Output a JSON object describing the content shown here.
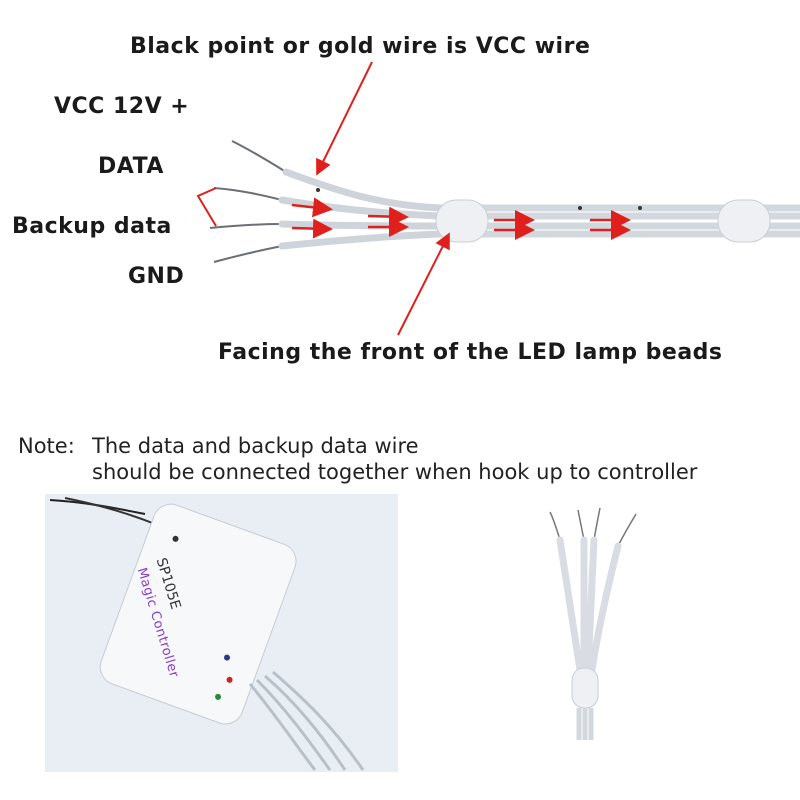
{
  "labels": {
    "top_title": "Black point or gold wire is VCC wire",
    "vcc": "VCC 12V +",
    "data": "DATA",
    "backup_data": "Backup data",
    "gnd": "GND",
    "front": "Facing the front of the LED lamp beads"
  },
  "note": {
    "prefix": "Note:",
    "line1": "The data and backup data wire",
    "line2": "should be connected together when hook up to controller"
  },
  "controller": {
    "brand": "SP105E",
    "name": "Magic Controller"
  },
  "colors": {
    "arrow": "#e0201c",
    "wire_jacket": "#d9dde3",
    "text": "#1a1a1a"
  }
}
